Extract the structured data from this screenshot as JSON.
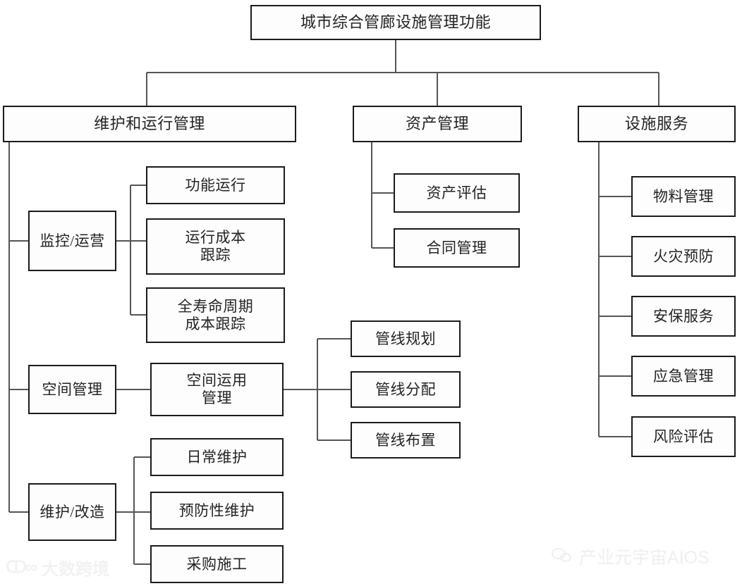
{
  "chart_data": {
    "type": "diagram",
    "diagram_kind": "hierarchy-tree",
    "title": "城市综合管廊设施管理功能",
    "orientation": "top-down then left-right",
    "levels": 4,
    "nodes": [
      {
        "id": "root",
        "label": "城市综合管廊设施管理功能",
        "level": 0
      },
      {
        "id": "b1",
        "label": "维护和运行管理",
        "level": 1,
        "parent": "root"
      },
      {
        "id": "b2",
        "label": "资产管理",
        "level": 1,
        "parent": "root"
      },
      {
        "id": "b3",
        "label": "设施服务",
        "level": 1,
        "parent": "root"
      },
      {
        "id": "b1c1",
        "label": "监控/运营",
        "level": 2,
        "parent": "b1"
      },
      {
        "id": "b1c2",
        "label": "空间管理",
        "level": 2,
        "parent": "b1"
      },
      {
        "id": "b1c3",
        "label": "维护/改造",
        "level": 2,
        "parent": "b1"
      },
      {
        "id": "b1c1g1",
        "label": "功能运行",
        "level": 3,
        "parent": "b1c1"
      },
      {
        "id": "b1c1g2",
        "label": "运行成本\n跟踪",
        "level": 3,
        "parent": "b1c1"
      },
      {
        "id": "b1c1g3",
        "label": "全寿命周期\n成本跟踪",
        "level": 3,
        "parent": "b1c1"
      },
      {
        "id": "b1c2g1",
        "label": "空间运用\n管理",
        "level": 3,
        "parent": "b1c2"
      },
      {
        "id": "b1c2g1h1",
        "label": "管线规划",
        "level": 4,
        "parent": "b1c2g1"
      },
      {
        "id": "b1c2g1h2",
        "label": "管线分配",
        "level": 4,
        "parent": "b1c2g1"
      },
      {
        "id": "b1c2g1h3",
        "label": "管线布置",
        "level": 4,
        "parent": "b1c2g1"
      },
      {
        "id": "b1c3g1",
        "label": "日常维护",
        "level": 3,
        "parent": "b1c3"
      },
      {
        "id": "b1c3g2",
        "label": "预防性维护",
        "level": 3,
        "parent": "b1c3"
      },
      {
        "id": "b1c3g3",
        "label": "采购施工",
        "level": 3,
        "parent": "b1c3"
      },
      {
        "id": "b2c1",
        "label": "资产评估",
        "level": 2,
        "parent": "b2"
      },
      {
        "id": "b2c2",
        "label": "合同管理",
        "level": 2,
        "parent": "b2"
      },
      {
        "id": "b3c1",
        "label": "物料管理",
        "level": 2,
        "parent": "b3"
      },
      {
        "id": "b3c2",
        "label": "火灾预防",
        "level": 2,
        "parent": "b3"
      },
      {
        "id": "b3c3",
        "label": "安保服务",
        "level": 2,
        "parent": "b3"
      },
      {
        "id": "b3c4",
        "label": "应急管理",
        "level": 2,
        "parent": "b3"
      },
      {
        "id": "b3c5",
        "label": "风险评估",
        "level": 2,
        "parent": "b3"
      }
    ],
    "edges": [
      [
        "root",
        "b1"
      ],
      [
        "root",
        "b2"
      ],
      [
        "root",
        "b3"
      ],
      [
        "b1",
        "b1c1"
      ],
      [
        "b1",
        "b1c2"
      ],
      [
        "b1",
        "b1c3"
      ],
      [
        "b1c1",
        "b1c1g1"
      ],
      [
        "b1c1",
        "b1c1g2"
      ],
      [
        "b1c1",
        "b1c1g3"
      ],
      [
        "b1c2",
        "b1c2g1"
      ],
      [
        "b1c2g1",
        "b1c2g1h1"
      ],
      [
        "b1c2g1",
        "b1c2g1h2"
      ],
      [
        "b1c2g1",
        "b1c2g1h3"
      ],
      [
        "b1c3",
        "b1c3g1"
      ],
      [
        "b1c3",
        "b1c3g2"
      ],
      [
        "b1c3",
        "b1c3g3"
      ],
      [
        "b2",
        "b2c1"
      ],
      [
        "b2",
        "b2c2"
      ],
      [
        "b3",
        "b3c1"
      ],
      [
        "b3",
        "b3c2"
      ],
      [
        "b3",
        "b3c3"
      ],
      [
        "b3",
        "b3c4"
      ],
      [
        "b3",
        "b3c5"
      ]
    ],
    "colors": {
      "box_border": "#1b1b1b",
      "box_fill": "#fdfdfd",
      "connector": "#555555",
      "text": "#232323",
      "background": "#ffffff"
    }
  },
  "diagram": {
    "root": {
      "label": "城市综合管廊设施管理功能"
    },
    "branch_maintenance": {
      "label": "维护和运行管理",
      "children": {
        "monitoring": {
          "label": "监控/运营",
          "children": [
            {
              "label": "功能运行"
            },
            {
              "label": "运行成本\n跟踪"
            },
            {
              "label": "全寿命周期\n成本跟踪"
            }
          ]
        },
        "space": {
          "label": "空间管理",
          "child": {
            "label": "空间运用\n管理"
          },
          "grandchildren": [
            {
              "label": "管线规划"
            },
            {
              "label": "管线分配"
            },
            {
              "label": "管线布置"
            }
          ]
        },
        "repair": {
          "label": "维护/改造",
          "children": [
            {
              "label": "日常维护"
            },
            {
              "label": "预防性维护"
            },
            {
              "label": "采购施工"
            }
          ]
        }
      }
    },
    "branch_asset": {
      "label": "资产管理",
      "children": [
        {
          "label": "资产评估"
        },
        {
          "label": "合同管理"
        }
      ]
    },
    "branch_service": {
      "label": "设施服务",
      "children": [
        {
          "label": "物料管理"
        },
        {
          "label": "火灾预防"
        },
        {
          "label": "安保服务"
        },
        {
          "label": "应急管理"
        },
        {
          "label": "风险评估"
        }
      ]
    }
  },
  "watermarks": {
    "bottom_left": {
      "text": "大数跨境",
      "glyph": "ↀ∞"
    },
    "bottom_right": {
      "text": "产业元宇宙AIOS",
      "icon": "wechat-icon"
    }
  }
}
